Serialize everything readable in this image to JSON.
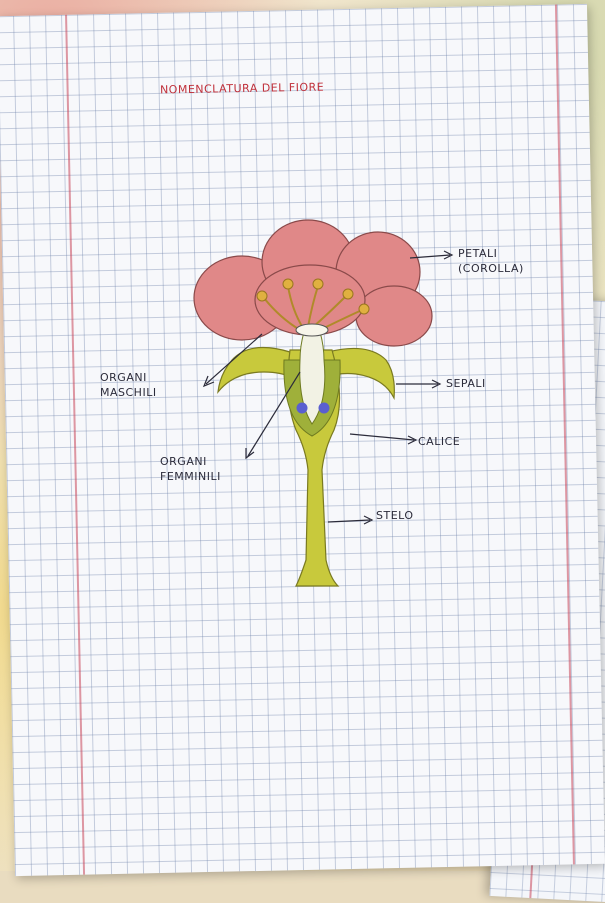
{
  "title": "NOMENCLATURA DEL FIORE",
  "labels": {
    "petali_line1": "PETALI",
    "petali_line2": "(COROLLA)",
    "sepali": "SEPALI",
    "calice": "CALICE",
    "stelo": "STELO",
    "organi_maschili_line1": "ORGANI",
    "organi_maschili_line2": "MASCHILI",
    "organi_femminili_line1": "ORGANI",
    "organi_femminili_line2": "FEMMINILI"
  },
  "colors": {
    "title": "#c0303a",
    "petals": "#e08888",
    "stem": "#c8c93c",
    "stamens": "#d4a83a",
    "ovules": "#5a5fd0",
    "ink": "#2b2b3a"
  }
}
